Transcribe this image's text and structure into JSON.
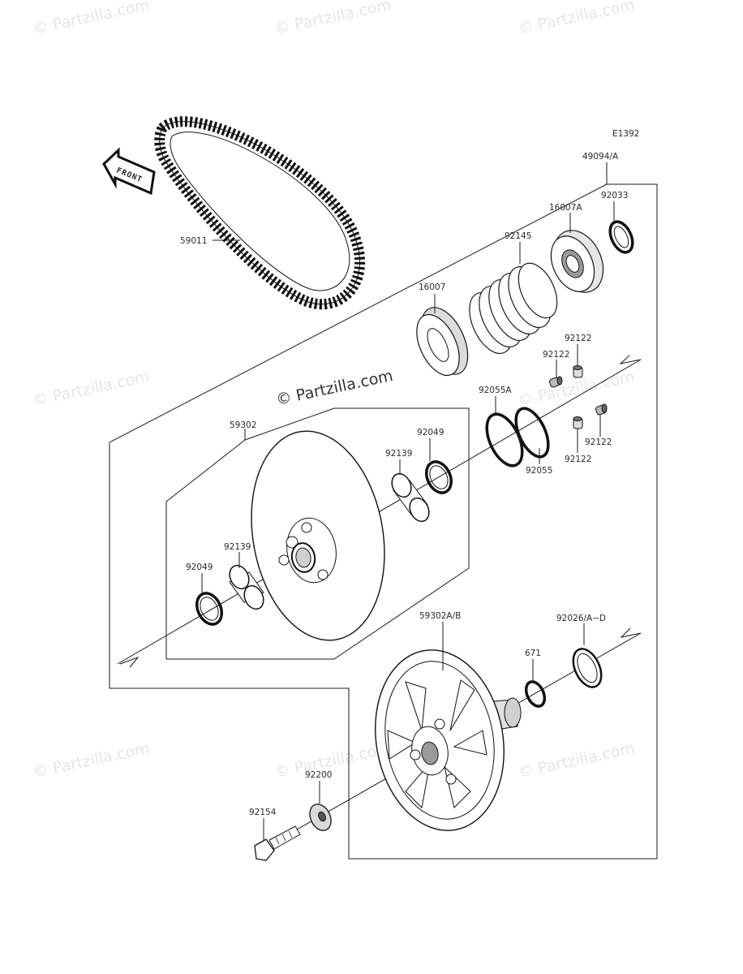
{
  "diagram_id": "E1392",
  "front_label": "FRONT",
  "watermark_main": "© Partzilla.com",
  "watermark_faint": "© Partzilla.com",
  "labels": {
    "belt": "59011",
    "assembly": "49094/A",
    "ring_top": "92033",
    "cam_top": "16007A",
    "spring": "92145",
    "cam": "16007",
    "slider_a": "92122",
    "slider_b": "92122",
    "slider_c": "92122",
    "slider_d": "92122",
    "oring_a": "92055A",
    "oring": "92055",
    "sheave_movable": "59302",
    "seal_right": "92049",
    "bush_right": "92139",
    "bush_left": "92139",
    "seal_left": "92049",
    "shim": "92026/A~D",
    "sheave_fixed": "59302A/B",
    "circlip": "671",
    "washer": "92200",
    "bolt": "92154"
  }
}
